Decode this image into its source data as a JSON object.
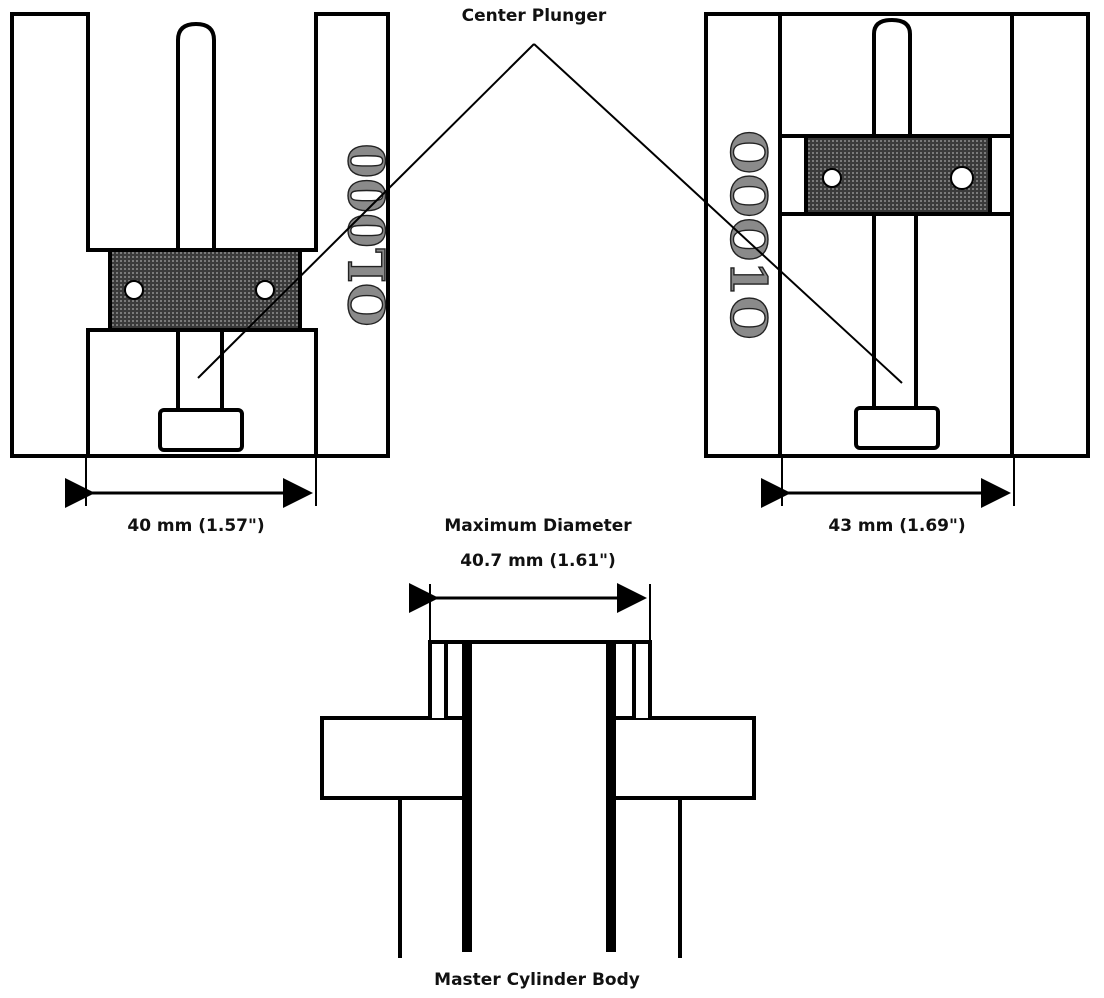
{
  "labels": {
    "center_plunger": "Center Plunger",
    "left_dimension": "40 mm (1.57\")",
    "right_dimension": "43 mm (1.69\")",
    "max_diameter_title": "Maximum Diameter",
    "max_diameter_value": "40.7 mm (1.61\")",
    "master_cylinder_body": "Master Cylinder Body"
  },
  "gauge_marks": {
    "left": "OL000",
    "right": "OOO1O"
  }
}
